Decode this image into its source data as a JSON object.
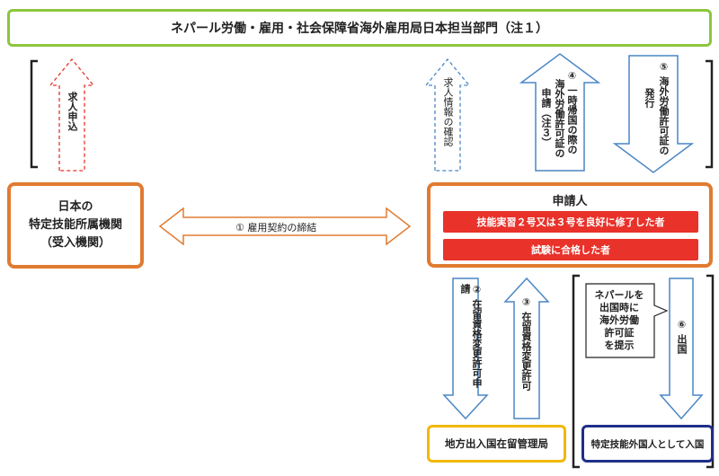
{
  "header": {
    "title": "ネパール労働・雇用・社会保障省海外雇用局日本担当部門（注１）"
  },
  "org": {
    "line1": "日本の",
    "line2": "特定技能所属機関",
    "line3": "（受入機関）"
  },
  "applicant": {
    "title": "申請人",
    "bar1": "技能実習２号又は３号を良好に修了した者",
    "bar2": "試験に合格した者"
  },
  "immigration_office": "地方出入国在留管理局",
  "entry": "特定技能外国人として入国",
  "arrows": {
    "contract": "① 雇用契約の締結",
    "job_offer": "求人申込",
    "job_check": "求人情報の確認",
    "step4": "④ 一時帰国の際の海外労働許可証の申請（注３）",
    "step5": "⑤ 海外労働許可証の発行",
    "step2": "② 在留資格変更許可申請",
    "step3": "③ 在留資格変更許可",
    "step6": "⑥ 出国"
  },
  "callout": {
    "line1": "ネパールを",
    "line2": "出国時に",
    "line3": "海外労働",
    "line4": "許可証",
    "line5": "を提示"
  },
  "colors": {
    "green": "#8cc63f",
    "orange": "#e07b30",
    "red": "#e8322a",
    "yellow": "#f2b705",
    "navy": "#1f2f8a",
    "blue_outline": "#4a86c5",
    "dashed_red": "#e8322a"
  }
}
